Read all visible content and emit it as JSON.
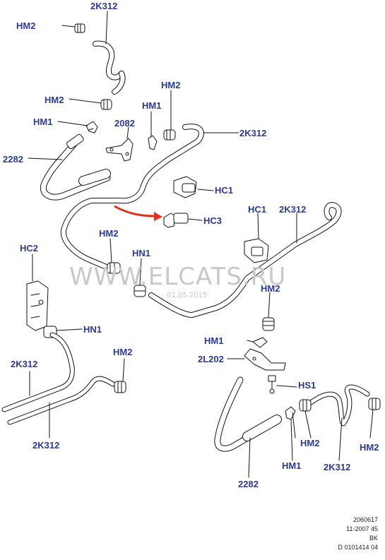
{
  "labels": {
    "hm2_a": "HM2",
    "k312_a": "2K312",
    "hm2_b": "HM2",
    "hm1_a": "HM1",
    "hm2_c": "HM2",
    "hm1_b": "HM1",
    "l2082": "2082",
    "k312_b": "2K312",
    "l2282_a": "2282",
    "hc1_a": "HC1",
    "hc3": "HC3",
    "hc1_b": "HC1",
    "k312_c": "2K312",
    "hc2": "HC2",
    "hm2_d": "HM2",
    "hn1_a": "HN1",
    "hm2_e": "HM2",
    "hn1_b": "HN1",
    "hm2_f": "HM2",
    "k312_d": "2K312",
    "k312_e": "2K312",
    "hm1_c": "HM1",
    "l2202": "2L202",
    "hs1": "HS1",
    "hm2_g": "HM2",
    "hm2_h": "HM2",
    "hm1_d": "HM1",
    "k312_f": "2K312",
    "l2282_b": "2282"
  },
  "watermark": {
    "site": "WWW.ELCATS.RU",
    "date": "01.05.2015"
  },
  "footer": {
    "line1": "2060617",
    "line2": "11-2007 45",
    "line3": "BK",
    "line4": "D 0101414 04"
  },
  "colors": {
    "label": "#2b3a8f",
    "line": "#111111",
    "arrow": "#e0301e",
    "watermark": "#c8c8c8"
  }
}
